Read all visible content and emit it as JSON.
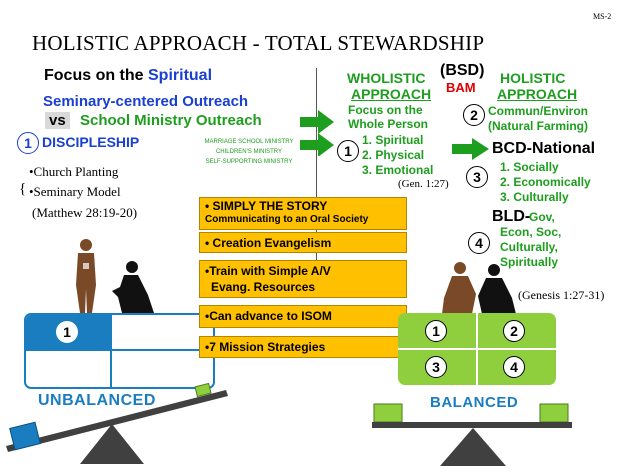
{
  "slide_id": "MS-2",
  "title": "HOLISTIC APPROACH - TOTAL STEWARDSHIP",
  "left": {
    "focus_prefix": "Focus on the ",
    "focus_word": "Spiritual",
    "seminary": "Seminary-centered Outreach",
    "vs": "vs",
    "school": "School Ministry Outreach",
    "num1": "1",
    "discipleship": "DISCIPLESHIP",
    "bullet1": "•Church Planting",
    "brace": "{",
    "bullet2": "•Seminary Model",
    "ref": "(Matthew 28:19-20)",
    "ministries": [
      "MARRIAGE SCHOOL MINISTRY",
      "CHILDREN'S MINISTRY",
      "SELF-SUPPORTING MINISTRY"
    ],
    "scale_num": "1",
    "label": "UNBALANCED"
  },
  "middle": {
    "boxes": [
      {
        "line1": "• SIMPLY THE STORY",
        "line2": "Communicating to an Oral Society"
      },
      {
        "line1": "• Creation Evangelism"
      },
      {
        "line1": "•Train with Simple A/V",
        "line2": "Evang. Resources"
      },
      {
        "line1": "•Can advance to ISOM"
      },
      {
        "line1": "•7 Mission Strategies"
      }
    ]
  },
  "right": {
    "wholistic": [
      "WHOLISTIC",
      "APPROACH"
    ],
    "bsd": "(BSD)",
    "bam": "BAM",
    "holistic": [
      "HOLISTIC",
      "APPROACH"
    ],
    "focus_title": [
      "Focus on the",
      "Whole Person"
    ],
    "num1": "1",
    "focus_items": [
      "1. Spiritual",
      "2. Physical",
      "3. Emotional"
    ],
    "gen1": "(Gen. 1:27)",
    "num2": "2",
    "commun": [
      "Commun/Environ",
      "(Natural Farming)"
    ],
    "bcd_title": "BCD-National",
    "num3": "3",
    "bcd_items": [
      "1. Socially",
      "2. Economically",
      "3. Culturally"
    ],
    "bld_prefix": "BLD-",
    "bld_text": [
      "Gov,",
      "Econ, Soc,",
      "Culturally,",
      "Spiritually"
    ],
    "num4": "4",
    "gen2": "(Genesis 1:27-31)",
    "grid": [
      "1",
      "2",
      "3",
      "4"
    ],
    "label": "BALANCED"
  },
  "colors": {
    "blue": "#1a3fd1",
    "green": "#1e9e1e",
    "yellow": "#ffc000",
    "teal": "#1a7dbf",
    "lime": "#8fcf3e"
  }
}
